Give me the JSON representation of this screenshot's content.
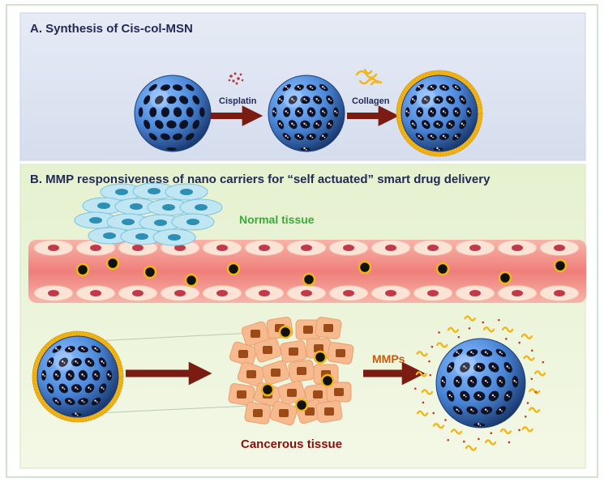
{
  "panelA": {
    "title": "A. Synthesis of Cis-col-MSN",
    "cisplatin_label": "Cisplatin",
    "collagen_label": "Collagen"
  },
  "panelB": {
    "title": "B. MMP responsiveness of nano carriers for “self actuated” smart drug delivery",
    "normal_label": "Normal tissue",
    "cancer_label": "Cancerous tissue",
    "mmps_label": "MMPs"
  },
  "colors": {
    "panelA_bg": "#dfe5f1",
    "panelB_bg": "#eef6dd",
    "particle_blue": "#4a86d8",
    "arrow": "#7a1c12",
    "collagen_yellow": "#f2b619",
    "vessel_red": "#f08a84",
    "normal_cell": "#a6dcec",
    "cancer_cell": "#f7b98e",
    "cancer_nucleus": "#9b4a18"
  }
}
